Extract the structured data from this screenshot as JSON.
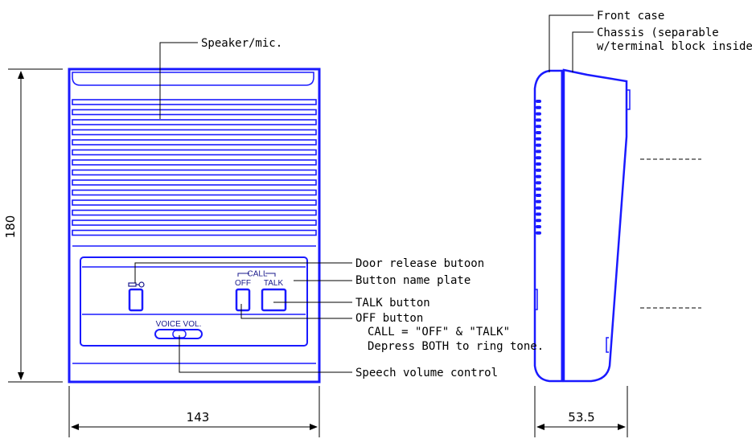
{
  "dimensions": {
    "height": "180",
    "width": "143",
    "depth": "53.5"
  },
  "panel_labels": {
    "call": "CALL",
    "off": "OFF",
    "talk": "TALK",
    "voice_vol": "VOICE VOL."
  },
  "callouts": {
    "speaker": "Speaker/mic.",
    "door_release": "Door release butoon",
    "name_plate": "Button name plate",
    "talk_button": "TALK button",
    "off_button": "OFF button",
    "call_note": "CALL = \"OFF\" & \"TALK\"",
    "ring_note": "Depress BOTH to ring tone.",
    "volume": "Speech volume control",
    "front_case": "Front case",
    "chassis_1": "Chassis (separable",
    "chassis_2": "w/terminal block inside)"
  },
  "colors": {
    "outline": "#1a1aff",
    "text": "#000000"
  },
  "icons": {
    "door_release": "key-icon"
  }
}
